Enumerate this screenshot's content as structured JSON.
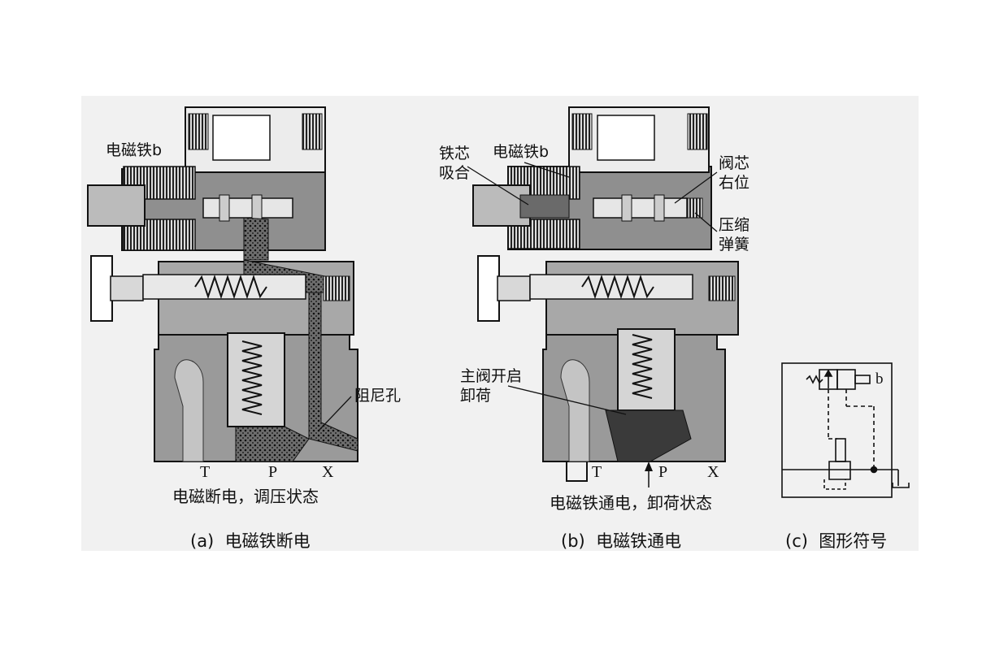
{
  "diagram": {
    "panel_a": {
      "solenoid_label": "电磁铁b",
      "orifice_label": "阻尼孔",
      "port_t": "T",
      "port_p": "P",
      "port_x": "X",
      "state_label": "电磁断电，调压状态",
      "caption": "(a)  电磁铁断电"
    },
    "panel_b": {
      "core_label_line1": "铁芯",
      "core_label_line2": "吸合",
      "solenoid_label": "电磁铁b",
      "spool_label_line1": "阀芯",
      "spool_label_line2": "右位",
      "spring_label_line1": "压缩",
      "spring_label_line2": "弹簧",
      "main_valve_label_line1": "主阀开启",
      "main_valve_label_line2": "卸荷",
      "port_t": "T",
      "port_p": "P",
      "port_x": "X",
      "state_label": "电磁铁通电，卸荷状态",
      "caption": "(b)  电磁铁通电"
    },
    "panel_c": {
      "solenoid_symbol_label": "b",
      "caption": "(c)  图形符号"
    },
    "colors": {
      "body_fill": "#9a9a9a",
      "light_fill": "#c4c4c4",
      "dark_line": "#1a1a1a",
      "oil_dark": "#3a3a3a",
      "paper": "#f1f1f1"
    }
  }
}
